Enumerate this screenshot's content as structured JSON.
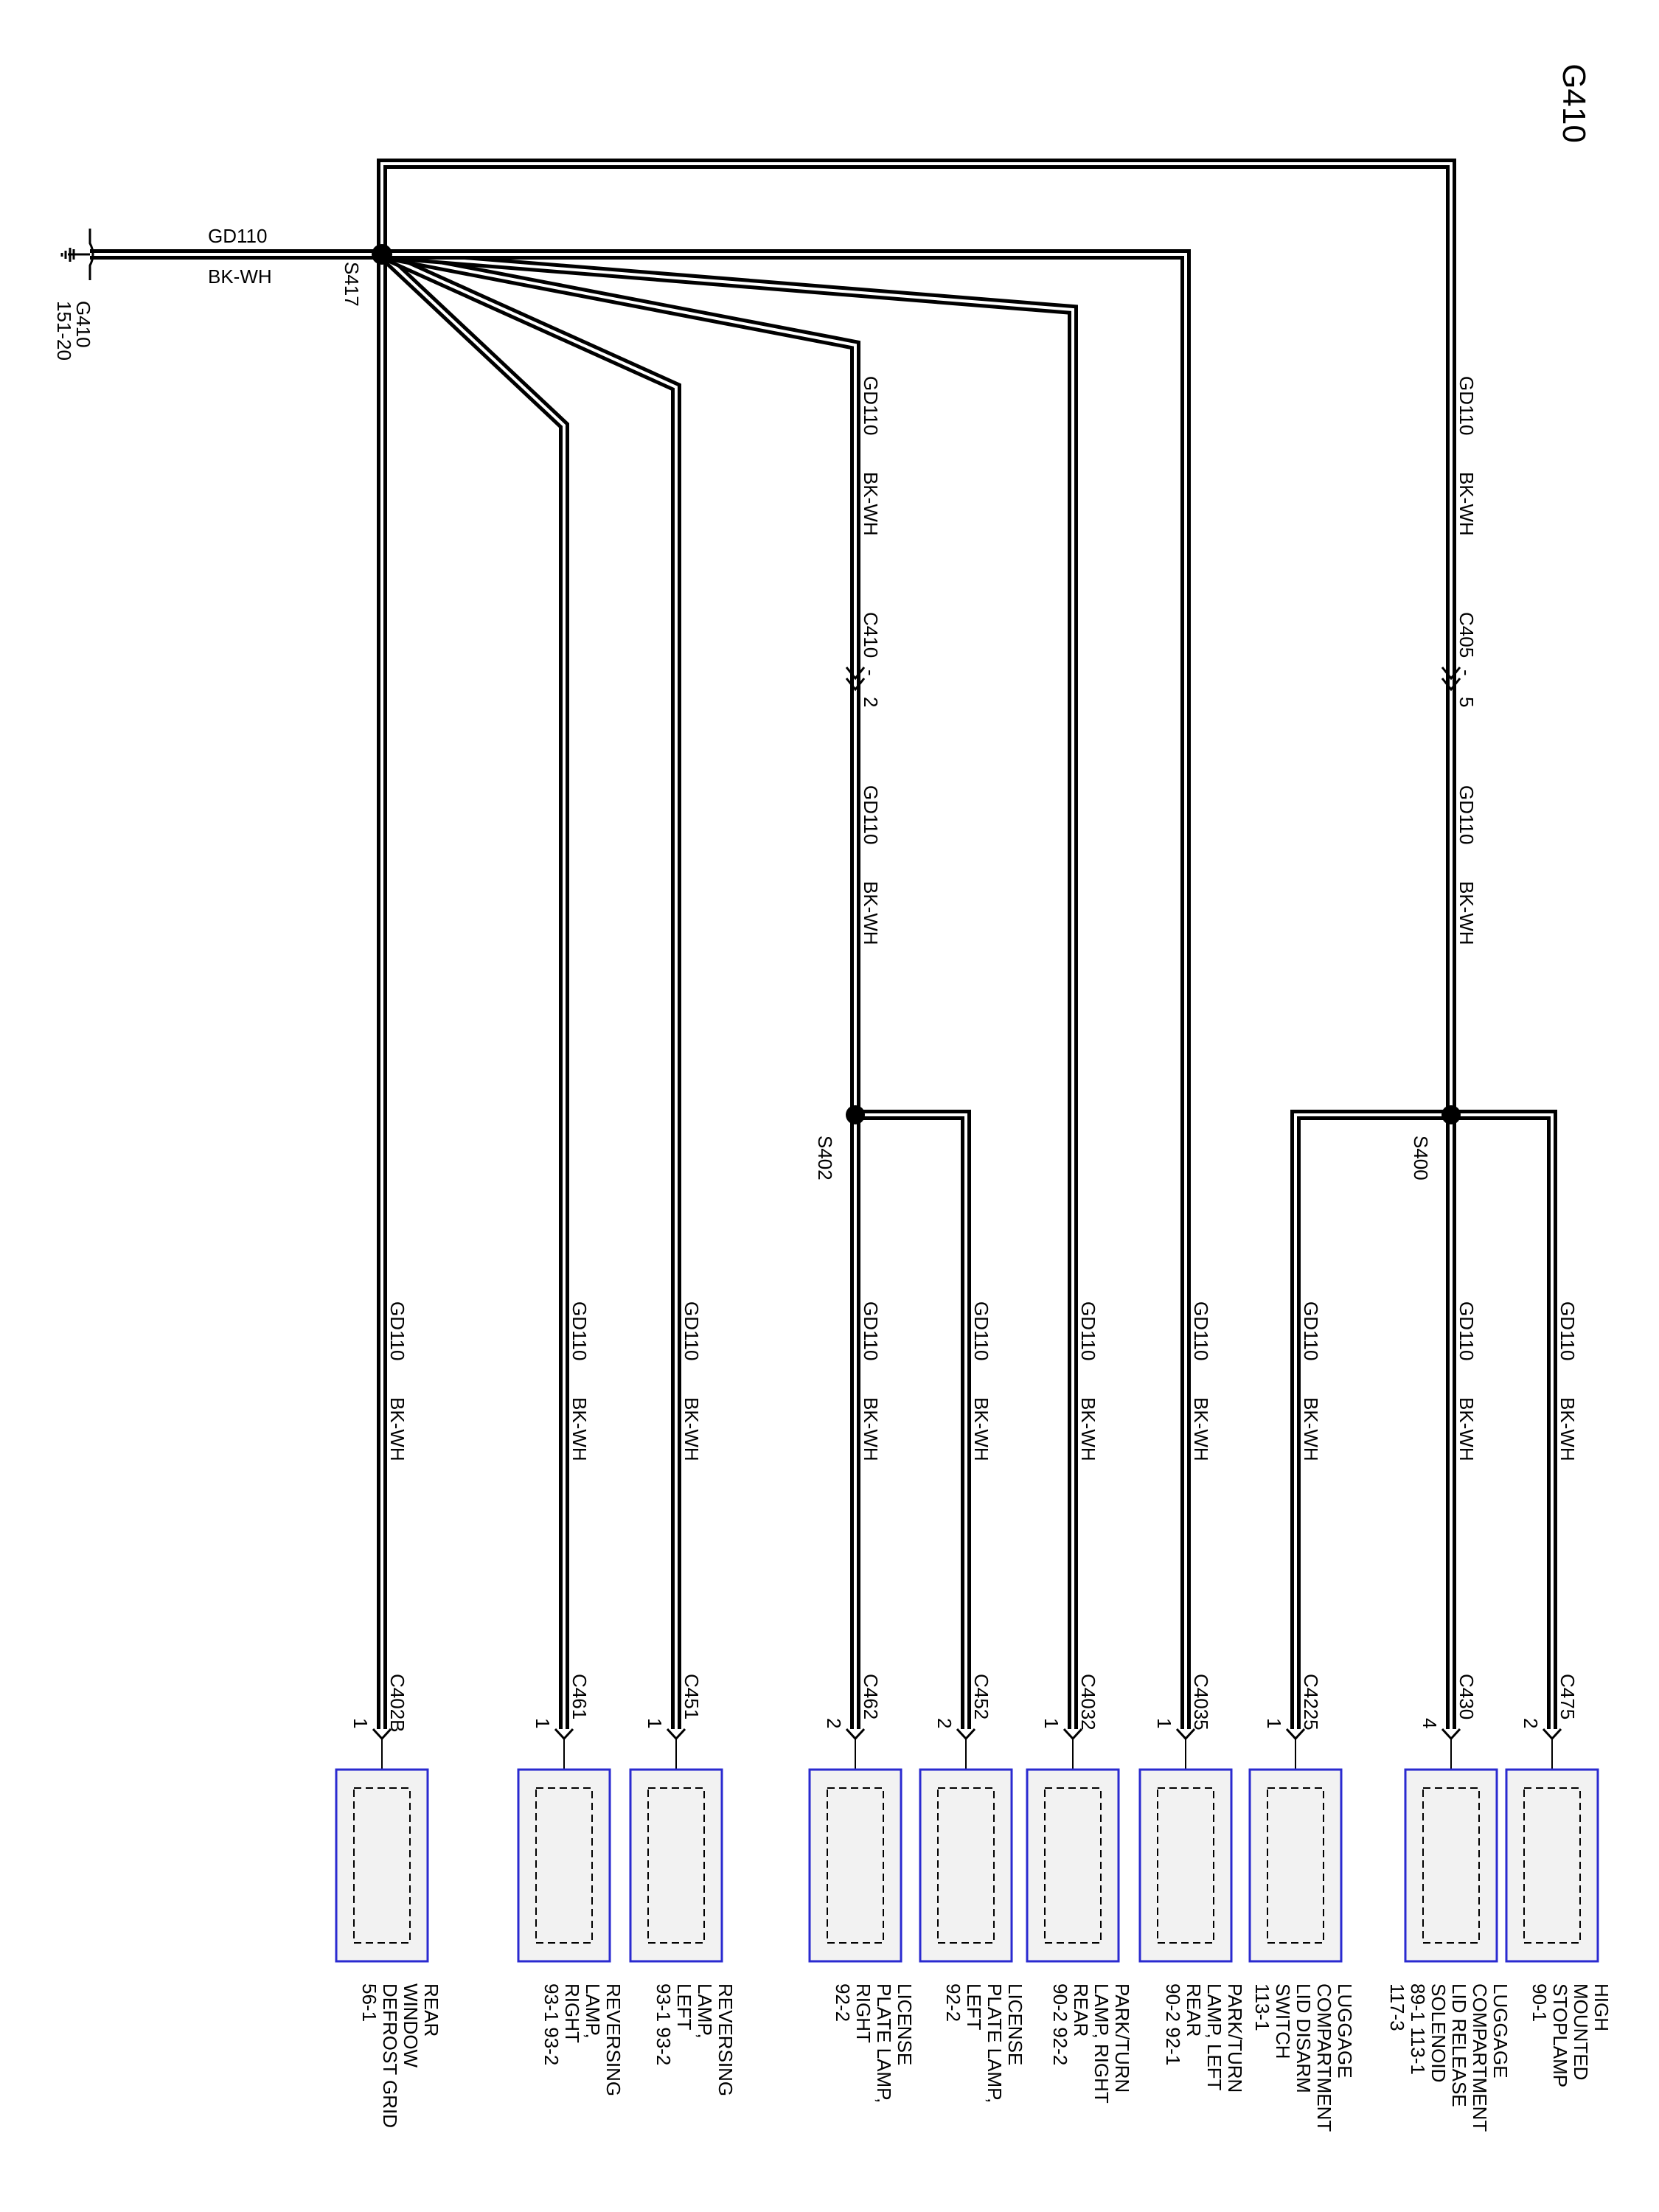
{
  "title": "G410",
  "ground": {
    "label": "G410",
    "ref": "151-20"
  },
  "wire": {
    "circuit": "GD110",
    "color": "BK-WH"
  },
  "splices": {
    "main": "S417",
    "s402": "S402",
    "s400": "S400"
  },
  "inline_connectors": [
    {
      "id": "C410",
      "sep": "-",
      "pin": "2"
    },
    {
      "id": "C405",
      "sep": "-",
      "pin": "5"
    }
  ],
  "branches": [
    {
      "connector": "C402B",
      "pin": "1",
      "component": [
        "REAR",
        "WINDOW",
        "DEFROST GRID",
        "56-1"
      ]
    },
    {
      "connector": "C461",
      "pin": "1",
      "component": [
        "REVERSING",
        "LAMP,",
        "RIGHT",
        "93-1           93-2"
      ]
    },
    {
      "connector": "C451",
      "pin": "1",
      "component": [
        "REVERSING",
        "LAMP,",
        "LEFT",
        "93-1           93-2"
      ]
    },
    {
      "connector": "C462",
      "pin": "2",
      "component": [
        "LICENSE",
        "PLATE LAMP,",
        "RIGHT",
        "92-2"
      ]
    },
    {
      "connector": "C452",
      "pin": "2",
      "component": [
        "LICENSE",
        "PLATE LAMP,",
        "LEFT",
        "92-2"
      ]
    },
    {
      "connector": "C4032",
      "pin": "1",
      "component": [
        "PARK/TURN",
        "LAMP, RIGHT",
        "REAR",
        "90-2      92-2"
      ]
    },
    {
      "connector": "C4035",
      "pin": "1",
      "component": [
        "PARK/TURN",
        "LAMP, LEFT",
        "REAR",
        "90-2      92-1"
      ]
    },
    {
      "connector": "C4225",
      "pin": "1",
      "component": [
        "LUGGAGE",
        "COMPARTMENT",
        "LID DISARM",
        "SWITCH",
        "113-1"
      ]
    },
    {
      "connector": "C430",
      "pin": "4",
      "component": [
        "LUGGAGE",
        "COMPARTMENT",
        "LID RELEASE",
        "SOLENOID",
        "89-1        113-1",
        "117-3"
      ]
    },
    {
      "connector": "C475",
      "pin": "2",
      "component": [
        "HIGH",
        "MOUNTED",
        "STOPLAMP",
        "90-1"
      ]
    }
  ]
}
